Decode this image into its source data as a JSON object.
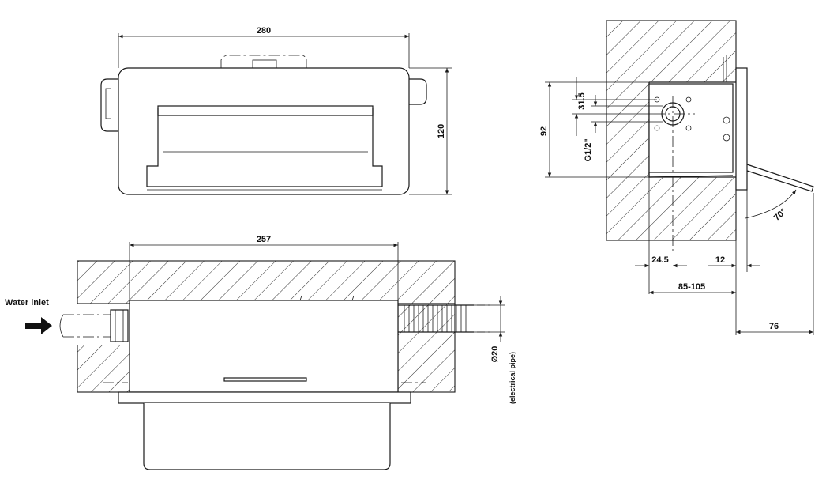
{
  "dimensions": {
    "top_width": "280",
    "top_height": "120",
    "front_width": "257",
    "pipe_diameter": "Ø20",
    "pipe_note": "(electrical pipe)",
    "side_height": "92",
    "side_spacing": "31.5",
    "side_thread": "G1/2\"",
    "side_angle": "70°",
    "side_offset": "24.5",
    "side_plate": "12",
    "side_depth": "85-105",
    "side_projection": "76"
  },
  "labels": {
    "water_inlet": "Water inlet"
  },
  "colors": {
    "line": "#1a1a1a",
    "background": "#ffffff"
  }
}
